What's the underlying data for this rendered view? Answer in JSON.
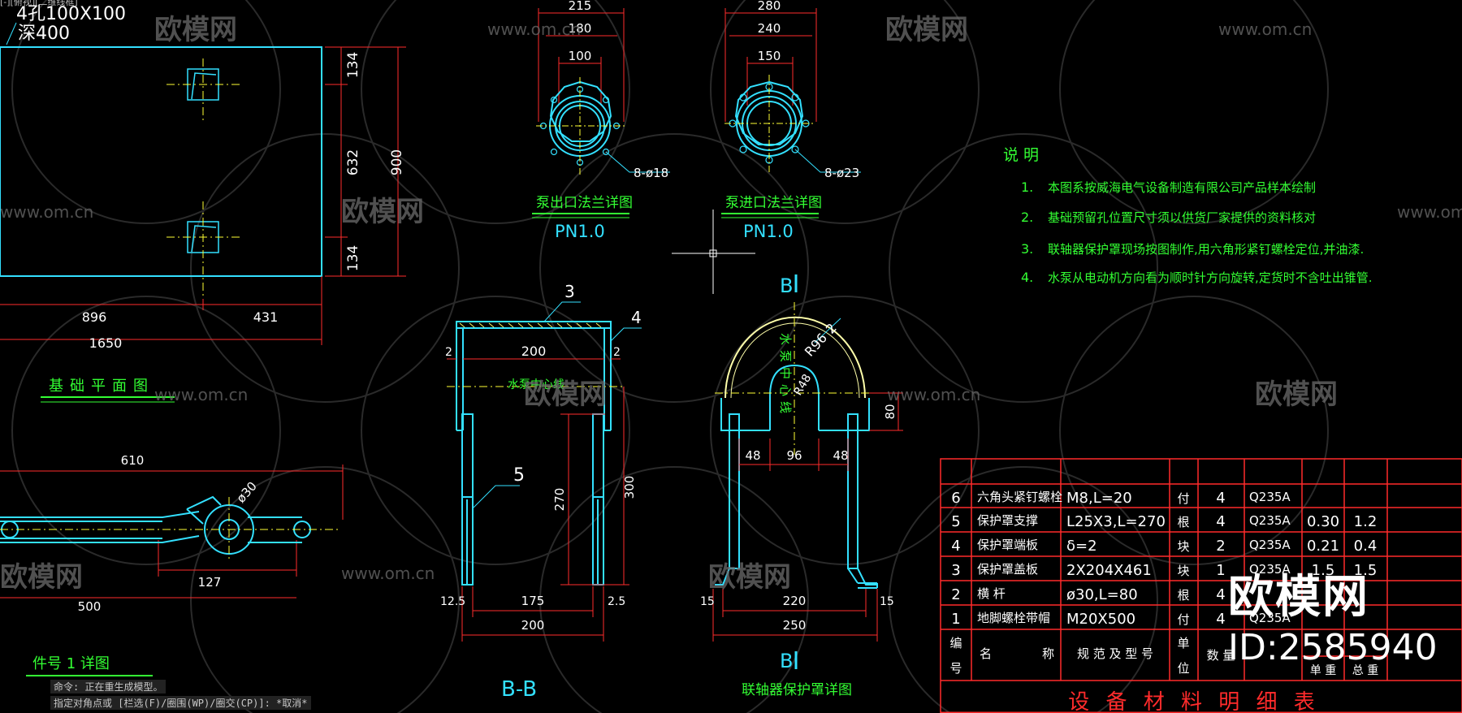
{
  "colors": {
    "background": "#000000",
    "geometry": "#33e0ff",
    "dimension": "#ff2b2b",
    "text": "#ffffff",
    "note": "#33ff33",
    "table": "#ff2b2b",
    "hatch": "#ffff66",
    "center": "#ffff33",
    "arc": "#ffffaa"
  },
  "top_left_label": "[-][俯视][二维线框]",
  "foundation": {
    "hole_spec": "4孔100X100",
    "depth_spec": "深400",
    "dim_134_top": "134",
    "dim_632": "632",
    "dim_134_bottom": "134",
    "dim_900": "900",
    "dim_896": "896",
    "dim_431": "431",
    "dim_1650": "1650",
    "title": "基础平面图"
  },
  "flange_out": {
    "d1": "215",
    "d2": "180",
    "d3": "100",
    "holes": "8-ø18",
    "title": "泵出口法兰详图",
    "pressure": "PN1.0"
  },
  "flange_in": {
    "d1": "280",
    "d2": "240",
    "d3": "150",
    "holes": "8-ø23",
    "title": "泵进口法兰详图",
    "pressure": "PN1.0"
  },
  "notes": {
    "heading": "说  明",
    "items": [
      {
        "num": "1.",
        "text": "本图系按威海电气设备制造有限公司产品样本绘制"
      },
      {
        "num": "2.",
        "text": "基础预留孔位置尺寸须以供货厂家提供的资料核对"
      },
      {
        "num": "3.",
        "text": "联轴器保护罩现场按图制作,用六角形紧钉螺栓定位,并油漆."
      },
      {
        "num": "4.",
        "text": "水泵从电动机方向看为顺时针方向旋转,定货时不含吐出锥管."
      }
    ]
  },
  "section_bb": {
    "leader3": "3",
    "leader4": "4",
    "leader5": "5",
    "left2": "2",
    "right2": "2",
    "dim200_top": "200",
    "center_label": "水泵中心线",
    "dim270": "270",
    "dim300": "300",
    "dim12_5": "12.5",
    "dim175": "175",
    "dim2_5": "2.5",
    "dim200_bottom": "200",
    "title": "B-B"
  },
  "guard": {
    "section_mark": "B",
    "section_mark_bottom": "B",
    "radius_outer": "R96",
    "radius_2": "2",
    "radius_inner": "R48",
    "center_label": "水泵中心线",
    "dim48_left": "48",
    "dim96": "96",
    "dim48_right": "48",
    "dim80": "80",
    "dim15_left": "15",
    "dim220": "220",
    "dim15_right": "15",
    "dim250": "250",
    "title": "联轴器保护罩详图"
  },
  "part1": {
    "dim610": "610",
    "dia30": "ø30",
    "dim127": "127",
    "dim500": "500",
    "title": "件号 1 详图"
  },
  "watermarks": {
    "brand": "欧模网",
    "site": "www.om.cn",
    "big_brand": "欧模网",
    "id": "ID:2585940"
  },
  "table": {
    "rows": [
      {
        "no": "6",
        "name": "六角头紧钉螺栓",
        "spec": "M8,L=20",
        "unit": "付",
        "qty": "4",
        "material": "Q235A",
        "w1": "",
        "w2": ""
      },
      {
        "no": "5",
        "name": "保护罩支撑",
        "spec": "L25X3,L=270",
        "unit": "根",
        "qty": "4",
        "material": "Q235A",
        "w1": "0.30",
        "w2": "1.2"
      },
      {
        "no": "4",
        "name": "保护罩端板",
        "spec": "δ=2",
        "unit": "块",
        "qty": "2",
        "material": "Q235A",
        "w1": "0.21",
        "w2": "0.4"
      },
      {
        "no": "3",
        "name": "保护罩盖板",
        "spec": "2X204X461",
        "unit": "块",
        "qty": "1",
        "material": "Q235A",
        "w1": "1.5",
        "w2": "1.5"
      },
      {
        "no": "2",
        "name": "横  杆",
        "spec": "ø30,L=80",
        "unit": "根",
        "qty": "4",
        "material": "",
        "w1": "",
        "w2": ""
      },
      {
        "no": "1",
        "name": "地脚螺栓带帽",
        "spec": "M20X500",
        "unit": "付",
        "qty": "4",
        "material": "Q235A",
        "w1": "",
        "w2": ""
      }
    ],
    "header_no": "编\n号",
    "header_name_a": "名",
    "header_name_b": "称",
    "header_spec": "规 范 及 型 号",
    "header_unit": "单\n位",
    "header_qty": "数 量",
    "header_w1": "单 重",
    "header_w2": "总 重",
    "title": "设 备 材 料 明 细 表"
  },
  "command_line": {
    "line1": "命令: 正在重生成模型。",
    "line2": "指定对角点或 [栏选(F)/圈围(WP)/圈交(CP)]: *取消*"
  }
}
